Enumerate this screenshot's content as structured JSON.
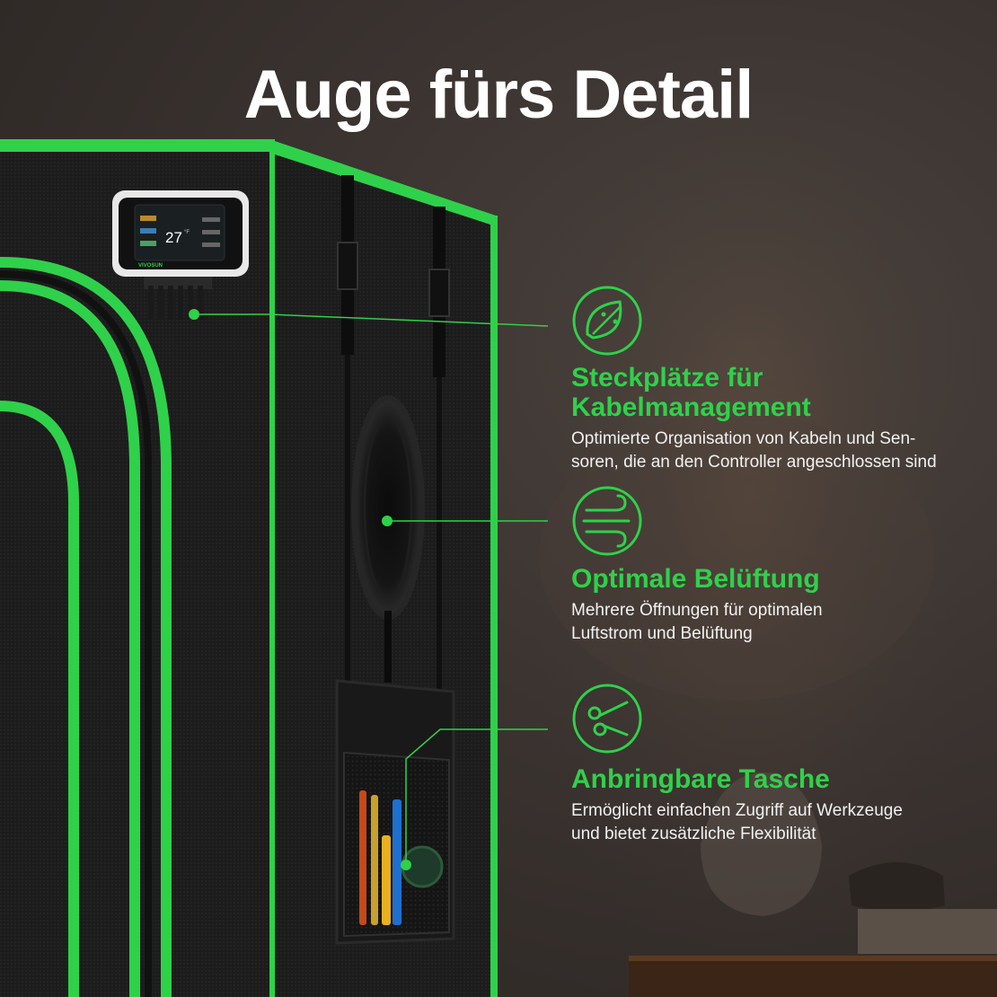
{
  "headline": "Auge fürs Detail",
  "controller": {
    "brand": "VIVOSUN",
    "temperature": "27",
    "unit": "°F"
  },
  "features": [
    {
      "icon": "leaf-circuit-icon",
      "title_line1": "Steckplätze für",
      "title_line2": "Kabelmanagement",
      "desc_line1": "Optimierte Organisation von Kabeln und Sen-",
      "desc_line2": "soren, die an den Controller angeschlossen sind"
    },
    {
      "icon": "wind-icon",
      "title_line1": "Optimale Belüftung",
      "desc_line1": "Mehrere Öffnungen für optimalen",
      "desc_line2": "Luftstrom und Belüftung"
    },
    {
      "icon": "scissors-icon",
      "title_line1": "Anbringbare Tasche",
      "desc_line1": "Ermöglicht einfachen Zugriff auf Werkzeuge",
      "desc_line2": "und bietet zusätzliche Flexibilität"
    }
  ],
  "colors": {
    "accent": "#2fd14a",
    "tent_fabric": "#1b1b1b",
    "background": "#3a3330",
    "text": "#ffffff"
  }
}
